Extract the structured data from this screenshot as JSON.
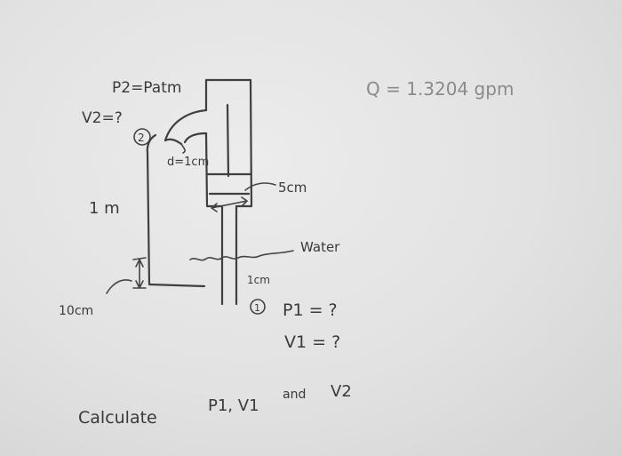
{
  "labels": {
    "flow_rate": "Q = 1.3204 gpm",
    "p2": "P2=Patm",
    "v2": "V2=?",
    "point2": "2",
    "nozzle_diameter": "d=1cm",
    "height": "1 m",
    "piston_width": "5cm",
    "water": "Water",
    "small_gap": "10cm",
    "tube_diameter": "1cm",
    "point1": "1",
    "p1": "P1 = ?",
    "v1": "V1 = ?",
    "question_prefix": "Calculate",
    "question_vars": "P1, V1",
    "question_and": "and",
    "question_v2": "V2"
  },
  "colors": {
    "paper": "#e6e6e6",
    "ink": "#3f3f3f",
    "pencil_light": "#8a8a8a"
  }
}
